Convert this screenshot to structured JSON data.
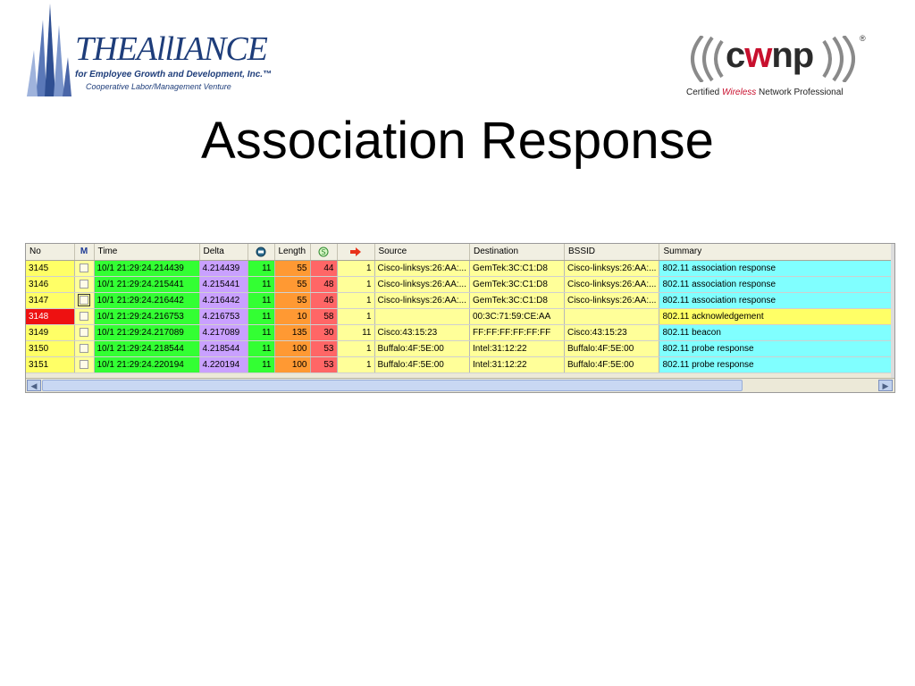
{
  "header": {
    "alliance": {
      "brand": "THEAllIANCE",
      "tagline1": "for Employee Growth and Development, Inc.™",
      "tagline2": "Cooperative Labor/Management Venture"
    },
    "cwnp": {
      "wordmark_c": "c",
      "wordmark_w": "w",
      "wordmark_np": "np",
      "registered": "®",
      "subtitle_a": "Certified ",
      "subtitle_b": "Wireless",
      "subtitle_c": " Network Professional"
    }
  },
  "slide": {
    "title": "Association Response"
  },
  "grid": {
    "columns": {
      "no": "No",
      "mark": "M",
      "time": "Time",
      "delta": "Delta",
      "channel_icon": "channel-icon",
      "length": "Length",
      "signal_icon": "signal-icon",
      "flag_icon": "flag-icon",
      "source": "Source",
      "destination": "Destination",
      "bssid": "BSSID",
      "summary": "Summary"
    },
    "rows": [
      {
        "no": "3145",
        "time": "10/1 21:29:24.214439",
        "delta": "4.214439",
        "channel": "11",
        "length": "55",
        "signal": "44",
        "flags": "1",
        "source": "Cisco-linksys:26:AA:...",
        "destination": "GemTek:3C:C1:D8",
        "bssid": "Cisco-linksys:26:AA:...",
        "summary": "802.11 association response"
      },
      {
        "no": "3146",
        "time": "10/1 21:29:24.215441",
        "delta": "4.215441",
        "channel": "11",
        "length": "55",
        "signal": "48",
        "flags": "1",
        "source": "Cisco-linksys:26:AA:...",
        "destination": "GemTek:3C:C1:D8",
        "bssid": "Cisco-linksys:26:AA:...",
        "summary": "802.11 association response"
      },
      {
        "no": "3147",
        "time": "10/1 21:29:24.216442",
        "delta": "4.216442",
        "channel": "11",
        "length": "55",
        "signal": "46",
        "flags": "1",
        "source": "Cisco-linksys:26:AA:...",
        "destination": "GemTek:3C:C1:D8",
        "bssid": "Cisco-linksys:26:AA:...",
        "summary": "802.11 association response"
      },
      {
        "no": "3148",
        "time": "10/1 21:29:24.216753",
        "delta": "4.216753",
        "channel": "11",
        "length": "10",
        "signal": "58",
        "flags": "1",
        "source": "",
        "destination": "00:3C:71:59:CE:AA",
        "bssid": "",
        "summary": "802.11 acknowledgement"
      },
      {
        "no": "3149",
        "time": "10/1 21:29:24.217089",
        "delta": "4.217089",
        "channel": "11",
        "length": "135",
        "signal": "30",
        "flags": "11",
        "source": "Cisco:43:15:23",
        "destination": "FF:FF:FF:FF:FF:FF",
        "bssid": "Cisco:43:15:23",
        "summary": "802.11 beacon"
      },
      {
        "no": "3150",
        "time": "10/1 21:29:24.218544",
        "delta": "4.218544",
        "channel": "11",
        "length": "100",
        "signal": "53",
        "flags": "1",
        "source": "Buffalo:4F:5E:00",
        "destination": "Intel:31:12:22",
        "bssid": "Buffalo:4F:5E:00",
        "summary": "802.11 probe response"
      },
      {
        "no": "3151",
        "time": "10/1 21:29:24.220194",
        "delta": "4.220194",
        "channel": "11",
        "length": "100",
        "signal": "53",
        "flags": "1",
        "source": "Buffalo:4F:5E:00",
        "destination": "Intel:31:12:22",
        "bssid": "Buffalo:4F:5E:00",
        "summary": "802.11 probe response"
      }
    ],
    "colors": {
      "no_default": "#ffff66",
      "no_selected": "#ee1111",
      "summary_default": "#80ffff",
      "summary_ack": "#ffff66",
      "time": "#33ff33",
      "delta": "#c9a0ff",
      "channel": "#33ff33",
      "length": "#ff9933",
      "signal": "#ff6666",
      "addresses": "#ffff99"
    }
  }
}
